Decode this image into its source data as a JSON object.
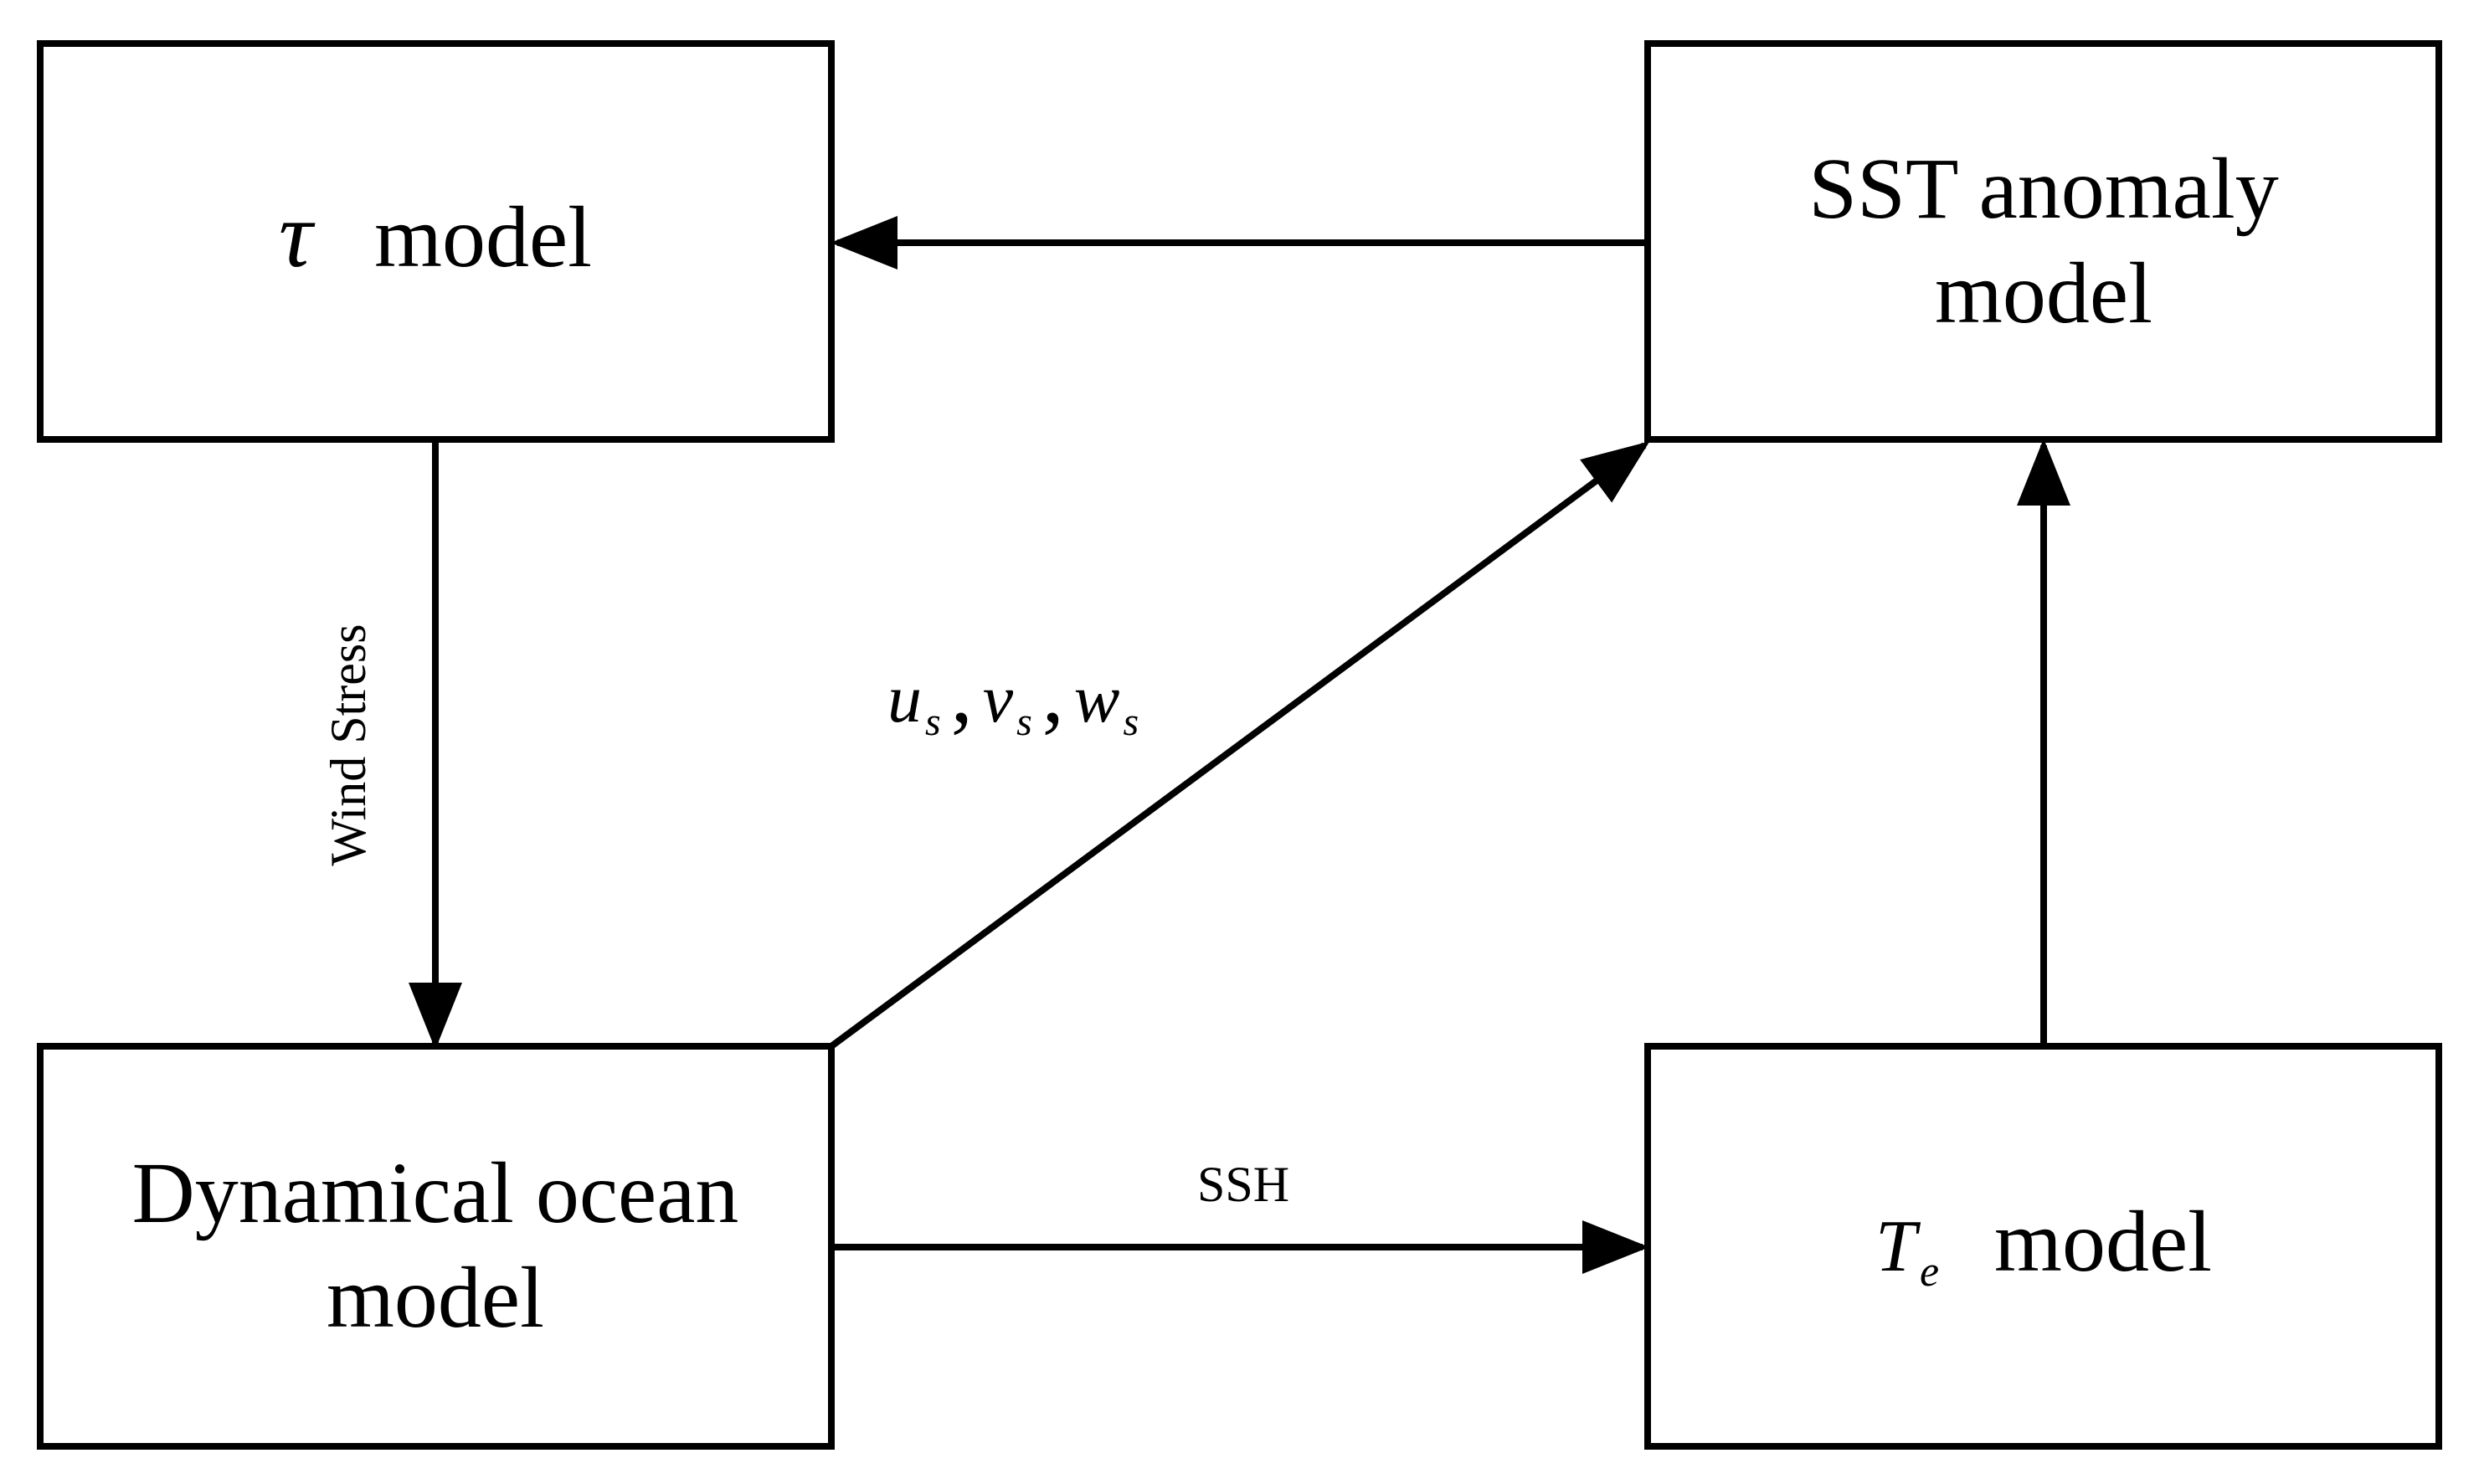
{
  "nodes": {
    "tau_model": {
      "symbol": "τ",
      "label": "model"
    },
    "sst_anomaly_model": {
      "line1": "SST anomaly",
      "line2": "model"
    },
    "dynamical_ocean_model": {
      "line1": "Dynamical ocean",
      "line2": "model"
    },
    "te_model": {
      "symbol": "T",
      "subscript": "e",
      "label": "model"
    }
  },
  "edges": {
    "tau_to_ocean": {
      "label": "Wind Stress"
    },
    "ocean_to_sst": {
      "label_parts": {
        "u": "u",
        "u_sub": "s",
        "sep1": ",",
        "v": "v",
        "v_sub": "s",
        "sep2": ",",
        "w": "w",
        "w_sub": "s"
      }
    },
    "ocean_to_te": {
      "label": "SSH"
    },
    "sst_to_tau": {
      "label": ""
    },
    "te_to_sst": {
      "label": ""
    }
  },
  "colors": {
    "stroke": "#000000",
    "background": "#ffffff"
  }
}
